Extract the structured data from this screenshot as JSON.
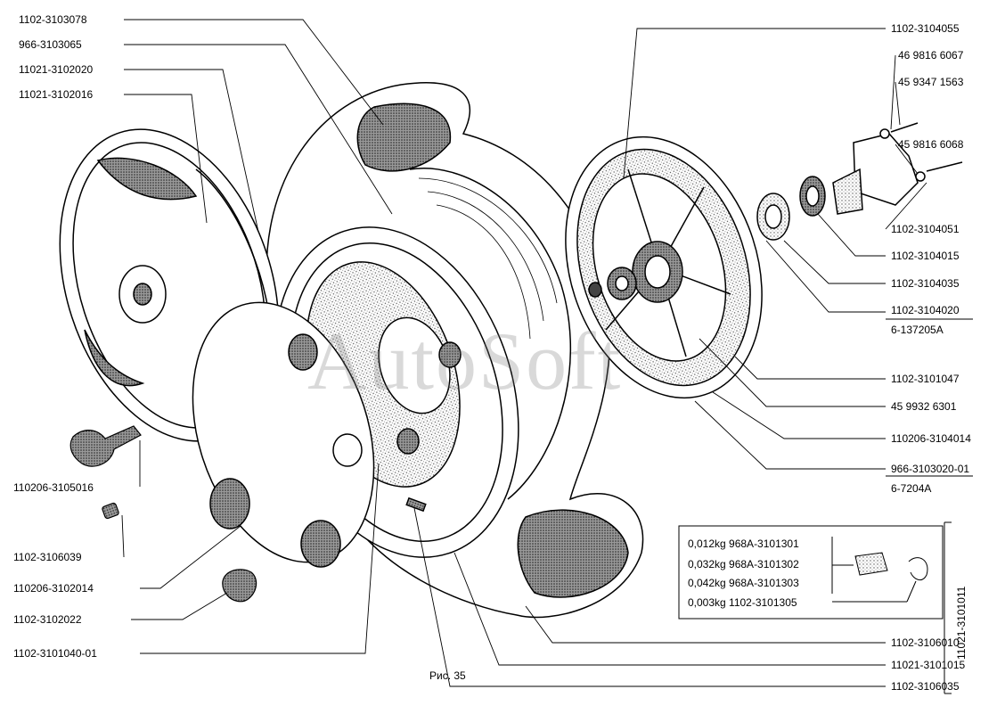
{
  "caption": "Рис. 35",
  "watermark": "AutoSoft",
  "assembly_number": "11021-3101011",
  "left_labels": [
    "1102-3103078",
    "966-3103065",
    "11021-3102020",
    "11021-3102016",
    "110206-3105016",
    "1102-3106039",
    "110206-3102014",
    "1102-3102022",
    "1102-3101040-01"
  ],
  "right_labels": [
    "1102-3104055",
    "46 9816 6067",
    "45 9347 1563",
    "45 9816 6068",
    "1102-3104051",
    "1102-3104015",
    "1102-3104035",
    "1102-3104020",
    "6-137205A",
    "1102-3101047",
    "45 9932 6301",
    "110206-3104014",
    "966-3103020-01",
    "6-7204A",
    "1102-3106010",
    "11021-3101015",
    "1102-3106035"
  ],
  "weights_box": [
    "0,012kg 968A-3101301",
    "0,032kg 968A-3101302",
    "0,042kg 968A-3101303",
    "0,003kg 1102-3101305"
  ]
}
